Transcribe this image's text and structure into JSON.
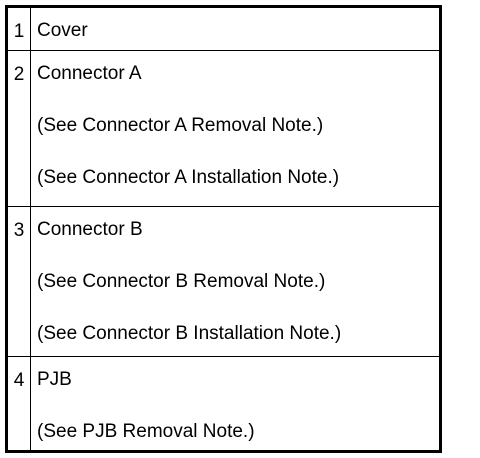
{
  "table": {
    "rows": [
      {
        "number": "1",
        "lines": [
          "Cover"
        ]
      },
      {
        "number": "2",
        "lines": [
          "Connector A",
          "(See Connector A Removal Note.)",
          "(See Connector A Installation Note.)"
        ]
      },
      {
        "number": "3",
        "lines": [
          "Connector B",
          "(See Connector B Removal Note.)",
          "(See Connector B Installation Note.)"
        ]
      },
      {
        "number": "4",
        "lines": [
          "PJB",
          "(See PJB Removal Note.)"
        ]
      }
    ]
  }
}
